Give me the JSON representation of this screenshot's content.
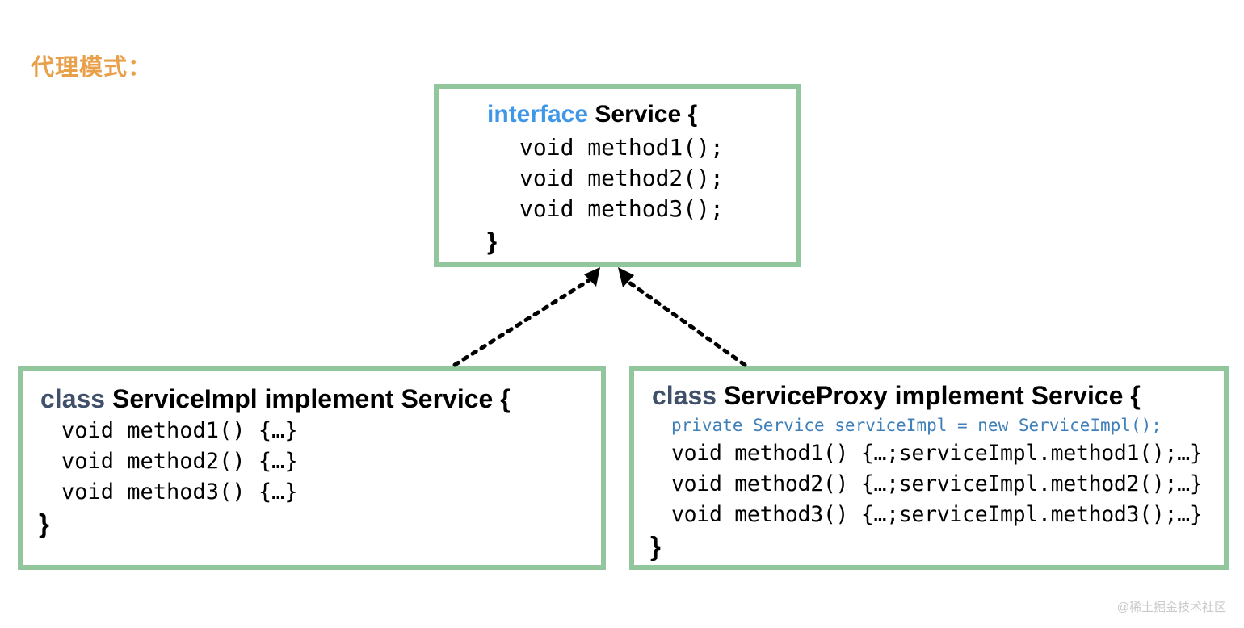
{
  "page": {
    "title": "代理模式：",
    "title_color": "#e8a14a",
    "background": "#ffffff",
    "watermark": "@稀土掘金技术社区"
  },
  "theme": {
    "box_border_color": "#92c69c",
    "box_fill": "#ffffff",
    "keyword_interface_color": "#3f97e8",
    "keyword_class_color": "#40506b",
    "field_code_color": "#3f7fba",
    "code_color": "#000000",
    "arrow_color": "#000000"
  },
  "diagram": {
    "type": "uml-class-diagram",
    "boxes": [
      {
        "id": "interface-service",
        "kind": "interface",
        "keyword": "interface",
        "header_rest": " Service {",
        "members": [
          "void method1();",
          "void method2();",
          "void method3();"
        ],
        "closing_brace": "}"
      },
      {
        "id": "class-serviceimpl",
        "kind": "class",
        "keyword": "class",
        "header_rest": " ServiceImpl implement Service {",
        "field": "",
        "members": [
          "void method1() {…}",
          "void method2() {…}",
          "void method3() {…}"
        ],
        "closing_brace": "}"
      },
      {
        "id": "class-serviceproxy",
        "kind": "class",
        "keyword": "class",
        "header_rest": " ServiceProxy implement Service {",
        "field": "private Service serviceImpl = new ServiceImpl();",
        "members": [
          "void method1() {…;serviceImpl.method1();…}",
          "void method2() {…;serviceImpl.method2();…}",
          "void method3() {…;serviceImpl.method3();…}"
        ],
        "closing_brace": "}"
      }
    ],
    "relations": [
      {
        "from": "class-serviceimpl",
        "to": "interface-service",
        "style": "dotted",
        "arrow": "hollow-triangle-filled",
        "meaning": "realization"
      },
      {
        "from": "class-serviceproxy",
        "to": "interface-service",
        "style": "dotted",
        "arrow": "hollow-triangle-filled",
        "meaning": "realization"
      }
    ]
  }
}
